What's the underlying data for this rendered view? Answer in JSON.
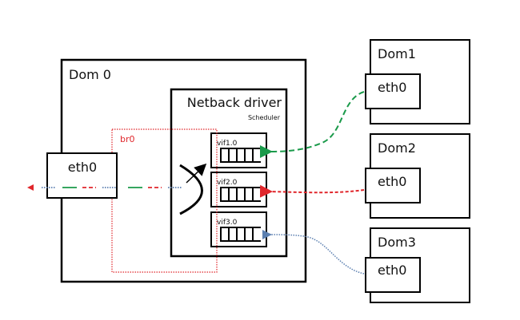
{
  "colors": {
    "box_stroke": "#000000",
    "bridge": "#e0262b",
    "green_flow": "#1a9a4a",
    "red_flow": "#e0262b",
    "blue_flow": "#5b7fb0"
  },
  "dom0": {
    "label": "Dom 0",
    "eth0_label": "eth0",
    "bridge_label": "br0",
    "netback": {
      "title": "Netback driver",
      "subtitle": "Scheduler",
      "vifs": [
        {
          "label": "vif1.0"
        },
        {
          "label": "vif2.0"
        },
        {
          "label": "vif3.0"
        }
      ]
    }
  },
  "guests": [
    {
      "label": "Dom1",
      "eth0_label": "eth0",
      "flow": "green-dashed"
    },
    {
      "label": "Dom2",
      "eth0_label": "eth0",
      "flow": "red-dashed"
    },
    {
      "label": "Dom3",
      "eth0_label": "eth0",
      "flow": "blue-dotted"
    }
  ]
}
